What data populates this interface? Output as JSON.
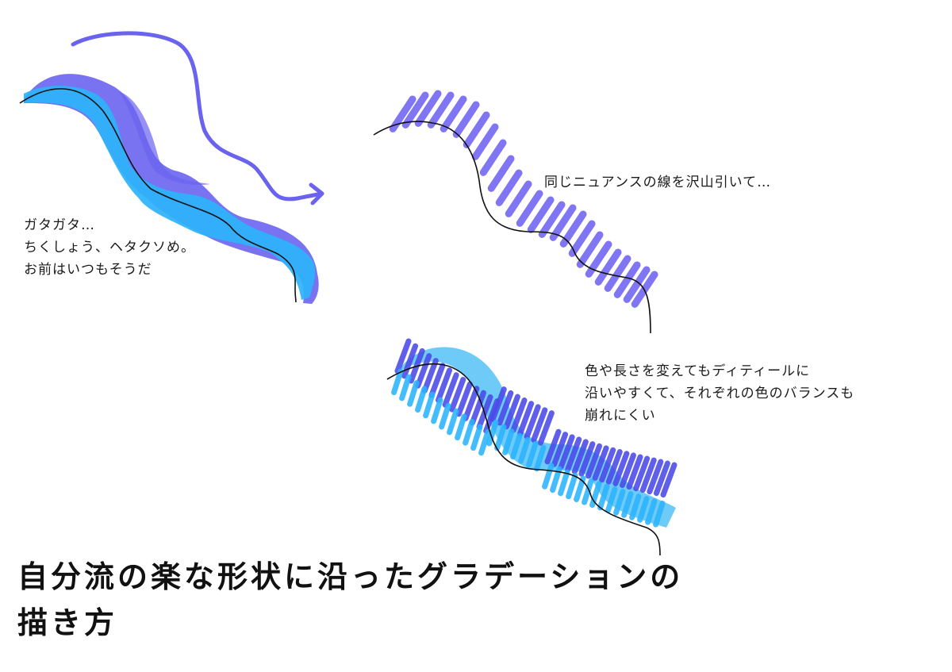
{
  "notes": {
    "left": [
      "ガタガタ…",
      "ちくしょう、ヘタクソめ。",
      "お前はいつもそうだ"
    ],
    "top_right": [
      "同じニュアンスの線を沢山引いて…"
    ],
    "bottom_right": [
      "色や長さを変えてもディティールに",
      "沿いやすくて、それぞれの色のバランスも",
      "崩れにくい"
    ]
  },
  "title": [
    "自分流の楽な形状に沿ったグラデーションの",
    "描き方"
  ],
  "colors": {
    "ink": "#111111",
    "violet": "#6f63f2",
    "blue": "#4a4ae8",
    "cyan": "#2bb4ff",
    "light_cyan": "#55c2f7"
  }
}
